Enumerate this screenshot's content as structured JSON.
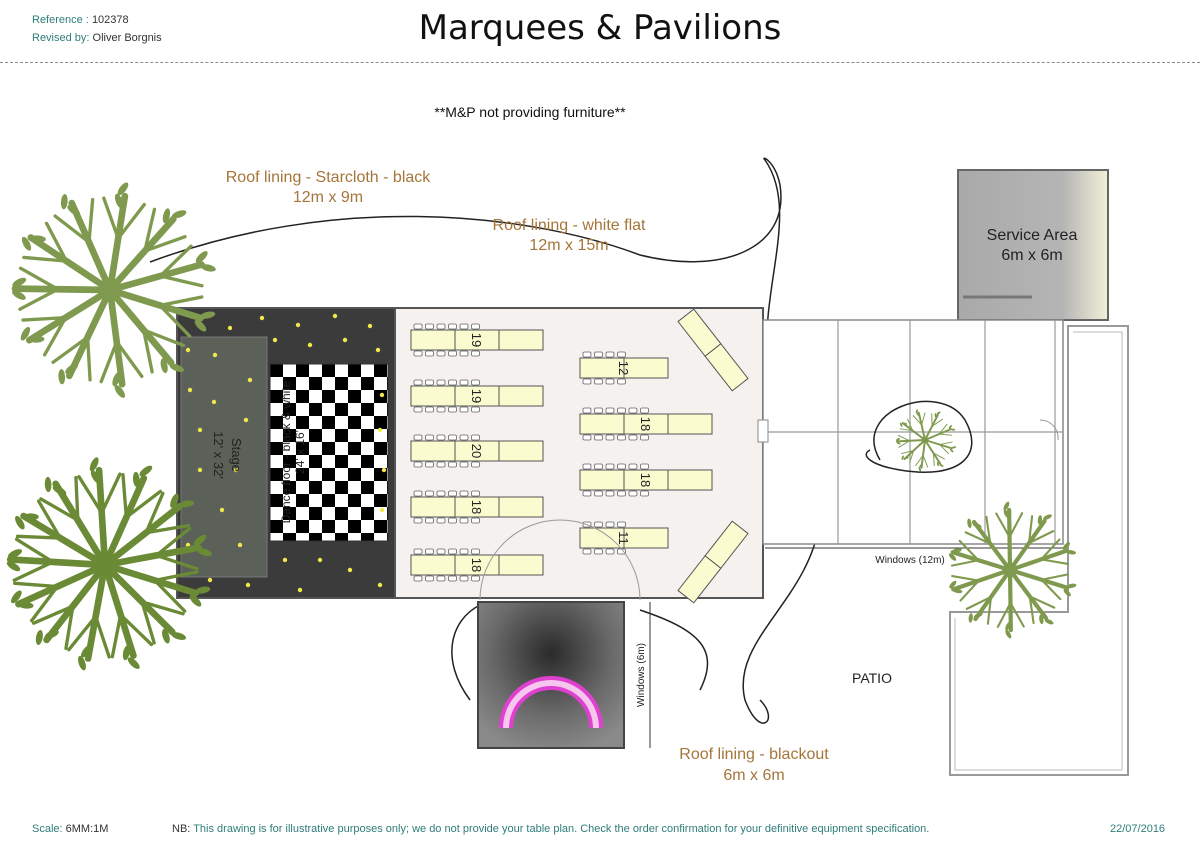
{
  "header": {
    "reference_label": "Reference :",
    "reference_value": "102378",
    "revised_label": "Revised by:",
    "revised_value": "Oliver Borgnis",
    "title": "Marquees & Pavilions",
    "note": "**M&P not providing furniture**"
  },
  "labels": {
    "roof_starcloth_line1": "Roof lining - Starcloth - black",
    "roof_starcloth_line2": "12m x 9m",
    "roof_white_line1": "Roof lining - white flat",
    "roof_white_line2": "12m x 15m",
    "service_line1": "Service Area",
    "service_line2": "6m x 6m",
    "stage_line1": "Stage",
    "stage_line2": "12' x 32'",
    "dance_line1": "Dance floor - black & white",
    "dance_line2": "24' x 16'",
    "windows_12m": "Windows (12m)",
    "windows_6m": "Windows (6m)",
    "patio": "PATIO",
    "roof_blackout_line1": "Roof lining - blackout",
    "roof_blackout_line2": "6m x 6m"
  },
  "tables": {
    "left_column": [
      "19",
      "19",
      "20",
      "18",
      "18"
    ],
    "right_column": [
      "12",
      "18",
      "18",
      "11"
    ]
  },
  "footer": {
    "scale_label": "Scale:",
    "scale_value": "6MM:1M",
    "nb_label": "NB:",
    "nb_text": "This drawing is for illustrative purposes only; we do not provide your table plan. Check the order confirmation for your definitive equipment specification.",
    "date": "22/07/2016"
  },
  "colors": {
    "accent": "#2e7d7a",
    "label_brown": "#a5753a",
    "tree_green": "#6f8f3a",
    "table_fill": "#fbfbd0",
    "dark_floor": "#3b3b3b",
    "light_marquee": "#f4f1ef",
    "magenta_arch": "#e040d0"
  }
}
